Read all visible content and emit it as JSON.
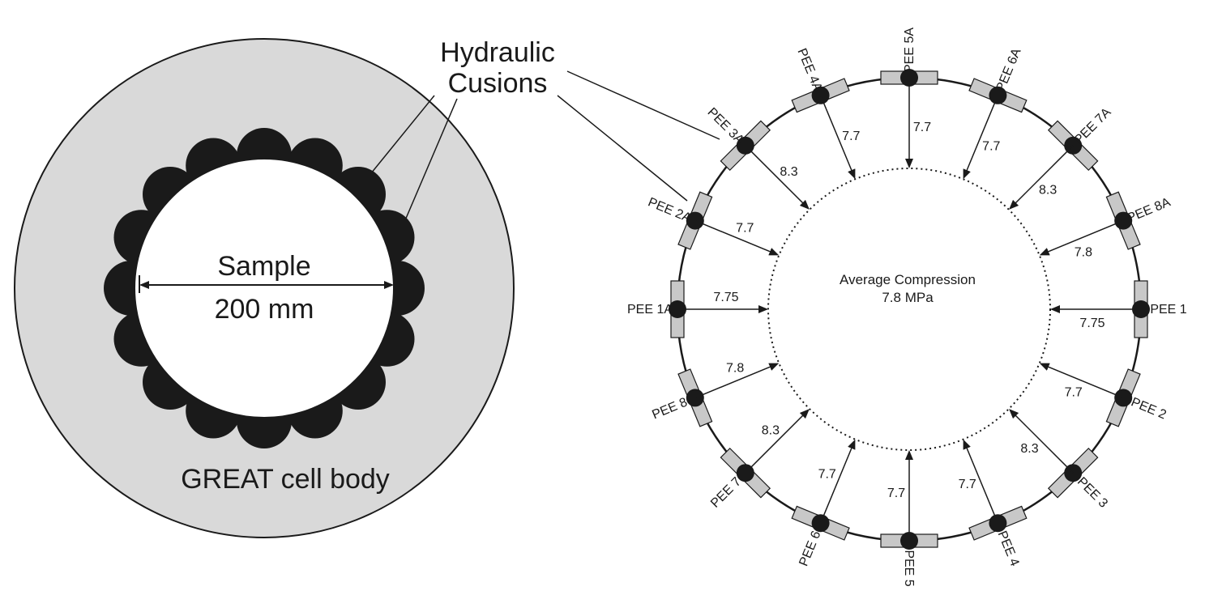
{
  "left_panel": {
    "sample_label": "Sample",
    "diameter_label": "200 mm",
    "body_label": "GREAT cell body",
    "cushions_label_line1": "Hydraulic",
    "cushions_label_line2": "Cusions"
  },
  "right_panel": {
    "center_title": "Average Compression",
    "center_value": "7.8 MPa",
    "sensors": [
      {
        "label": "PEE 1",
        "value": "7.75"
      },
      {
        "label": "PEE 2",
        "value": "7.7"
      },
      {
        "label": "PEE 3",
        "value": "8.3"
      },
      {
        "label": "PEE 4",
        "value": "7.7"
      },
      {
        "label": "PEE 5",
        "value": "7.7"
      },
      {
        "label": "PEE 6",
        "value": "7.7"
      },
      {
        "label": "PEE 7",
        "value": "8.3"
      },
      {
        "label": "PEE 8",
        "value": "7.8"
      },
      {
        "label": "PEE 1A",
        "value": "7.75"
      },
      {
        "label": "PEE 2A",
        "value": "7.7"
      },
      {
        "label": "PEE 3A",
        "value": "8.3"
      },
      {
        "label": "PEE 4A",
        "value": "7.7"
      },
      {
        "label": "PEE 5A",
        "value": "7.7"
      },
      {
        "label": "PEE 6A",
        "value": "7.7"
      },
      {
        "label": "PEE 7A",
        "value": "8.3"
      },
      {
        "label": "PEE 8A",
        "value": "7.8"
      }
    ]
  },
  "colors": {
    "body_fill": "#d9d9d9",
    "sensor_fill": "#c8c8c8",
    "ink": "#1a1a1a"
  }
}
